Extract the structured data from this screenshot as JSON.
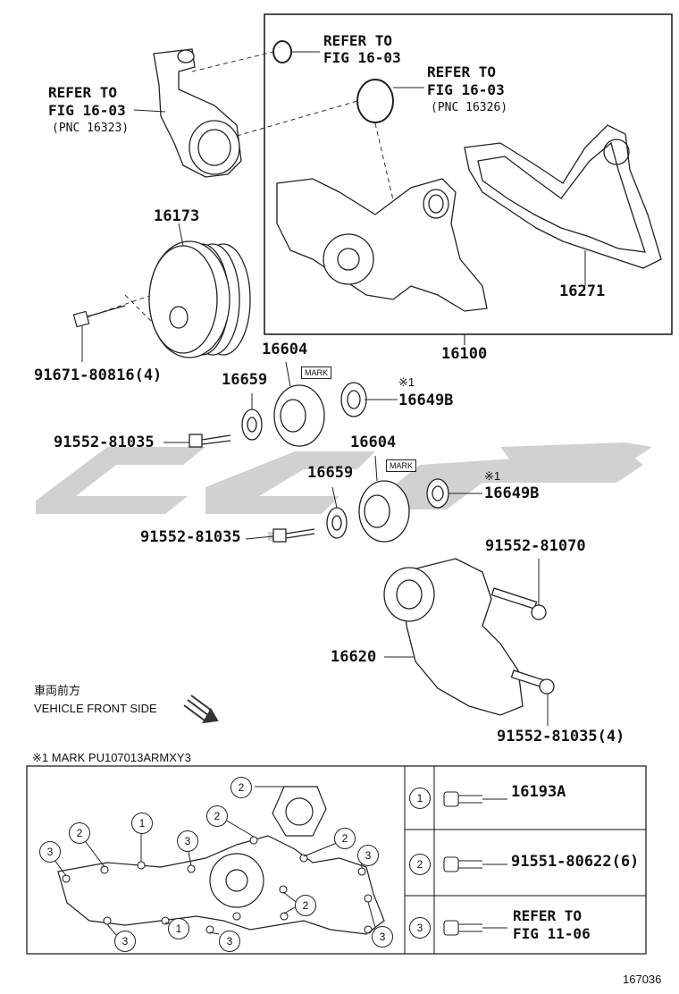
{
  "refs": {
    "ref_top_left": {
      "line1": "REFER TO",
      "line2": "FIG 16-03",
      "pnc": "(PNC 16323)"
    },
    "ref_top_mid": {
      "line1": "REFER TO",
      "line2": "FIG 16-03"
    },
    "ref_top_right": {
      "line1": "REFER TO",
      "line2": "FIG 16-03",
      "pnc": "(PNC 16326)"
    }
  },
  "parts": {
    "p16173": "16173",
    "p91671": "91671-80816(4)",
    "p16271": "16271",
    "p16100": "16100",
    "p16604a": "16604",
    "p16659a": "16659",
    "p16649Ba": "16649B",
    "p91552a": "91552-81035",
    "p16604b": "16604",
    "p16659b": "16659",
    "p16649Bb": "16649B",
    "p91552b": "91552-81035",
    "p91552_81070": "91552-81070",
    "p16620": "16620",
    "p91552c": "91552-81035(4)"
  },
  "marks": {
    "mark1": "MARK",
    "mark2": "MARK",
    "note1": "※1",
    "note2": "※1"
  },
  "orientation": {
    "jp": "車両前方",
    "en": "VEHICLE FRONT SIDE"
  },
  "footnote": "※1 MARK PU107013ARMXY3",
  "legend": [
    {
      "num": "1",
      "part": "16193A"
    },
    {
      "num": "2",
      "part": "91551-80622(6)"
    },
    {
      "num": "3",
      "line1": "REFER TO",
      "line2": "FIG 11-06"
    }
  ],
  "callouts": {
    "c1": "1",
    "c2": "2",
    "c3": "3"
  },
  "figure_id": "167036"
}
